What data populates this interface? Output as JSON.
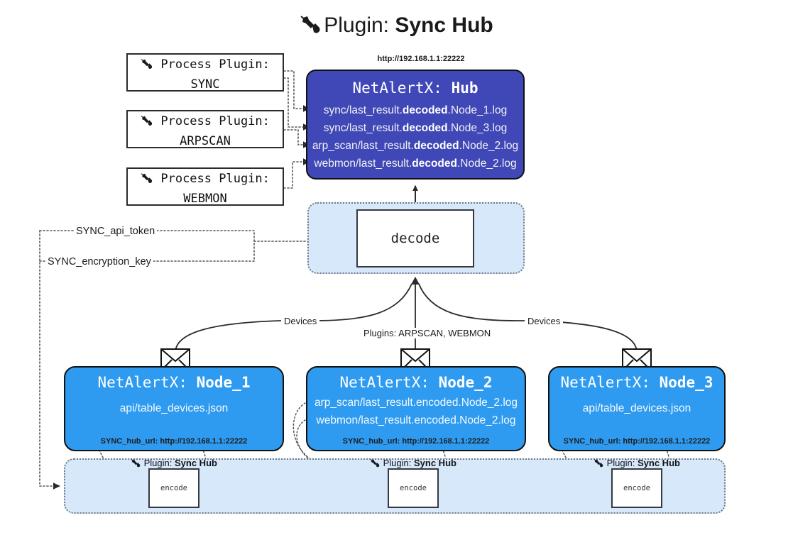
{
  "title": {
    "icon": "plug-icon",
    "prefix": "Plugin: ",
    "name": "Sync Hub"
  },
  "process_plugins": [
    {
      "icon": "plug-icon",
      "line1": "Process Plugin:",
      "line2": "SYNC"
    },
    {
      "icon": "plug-icon",
      "line1": "Process Plugin:",
      "line2": "ARPSCAN"
    },
    {
      "icon": "plug-icon",
      "line1": "Process Plugin:",
      "line2": "WEBMON"
    }
  ],
  "hub": {
    "url": "http://192.168.1.1:22222",
    "title_prefix": "NetAlertX: ",
    "title_name": "Hub",
    "lines": [
      {
        "pre": "sync/last_result.",
        "em": "decoded",
        "post": ".Node_1.log"
      },
      {
        "pre": "sync/last_result.",
        "em": "decoded",
        "post": ".Node_3.log"
      },
      {
        "pre": "arp_scan/last_result.",
        "em": "decoded",
        "post": ".Node_2.log"
      },
      {
        "pre": "webmon/last_result.",
        "em": "decoded",
        "post": ".Node_2.log"
      }
    ]
  },
  "decode": {
    "label": "decode"
  },
  "tokens": {
    "api_token": "SYNC_api_token",
    "encryption_key": "SYNC_encryption_key"
  },
  "edge_labels": {
    "devices_left": "Devices",
    "devices_right": "Devices",
    "plugins_mid": "Plugins: ARPSCAN, WEBMON"
  },
  "nodes": [
    {
      "title_prefix": "NetAlertX: ",
      "title_name": "Node_1",
      "lines": [
        "api/table_devices.json"
      ],
      "footer": "SYNC_hub_url: http://192.168.1.1:22222",
      "envelope_icon": "envelope-icon"
    },
    {
      "title_prefix": "NetAlertX: ",
      "title_name": "Node_2",
      "lines": [
        "arp_scan/last_result.encoded.Node_2.log",
        "webmon/last_result.encoded.Node_2.log"
      ],
      "footer": "SYNC_hub_url: http://192.168.1.1:22222",
      "envelope_icon": "envelope-icon"
    },
    {
      "title_prefix": "NetAlertX: ",
      "title_name": "Node_3",
      "lines": [
        "api/table_devices.json"
      ],
      "footer": "SYNC_hub_url: http://192.168.1.1:22222",
      "envelope_icon": "envelope-icon"
    }
  ],
  "encoders": [
    {
      "caption_icon": "plug-icon",
      "caption_prefix": "Plugin: ",
      "caption_name": "Sync Hub",
      "label": "encode"
    },
    {
      "caption_icon": "plug-icon",
      "caption_prefix": "Plugin: ",
      "caption_name": "Sync Hub",
      "label": "encode"
    },
    {
      "caption_icon": "plug-icon",
      "caption_prefix": "Plugin: ",
      "caption_name": "Sync Hub",
      "label": "encode"
    }
  ],
  "colors": {
    "hub_fill": "#4048b8",
    "node_fill": "#2e9bf0",
    "band_fill": "#d6e8fa",
    "stroke": "#111111",
    "dotted_stroke": "#6f7b86"
  }
}
